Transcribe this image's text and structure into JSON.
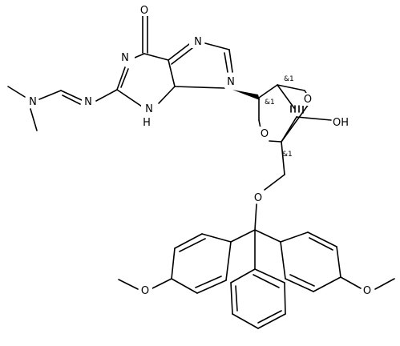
{
  "atoms": {
    "carbonyl_O": "O",
    "ring_N1": "N",
    "ring_N7": "N",
    "N9": "N",
    "NH": "H",
    "NH_N": "N",
    "imine_N": "N",
    "dimethyl_N": "N",
    "sugar_O_bridge": "O",
    "sugar_O_ring": "O",
    "hydroxyl": "OH",
    "ether_O": "O",
    "methoxy_O_left": "O",
    "methoxy_O_right": "O"
  },
  "stereo_labels": {
    "c1": "&1",
    "c2": "&1",
    "c3": "&1"
  }
}
